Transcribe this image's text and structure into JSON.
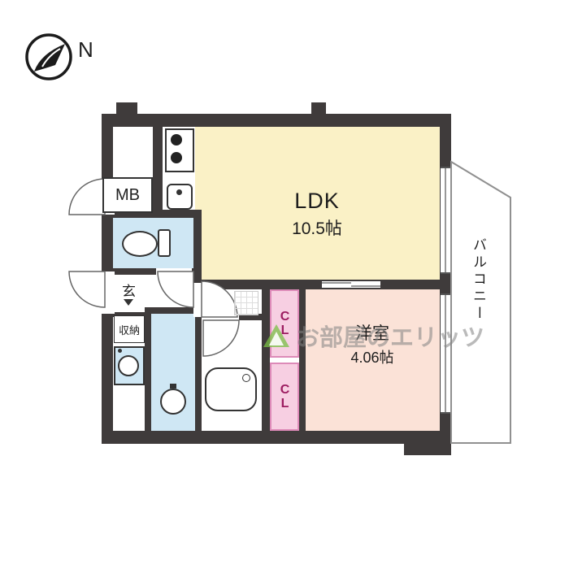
{
  "compass": {
    "label": "N"
  },
  "watermark": {
    "text": "お部屋のエリッツ"
  },
  "rooms": {
    "ldk": {
      "name": "LDK",
      "size": "10.5帖"
    },
    "western": {
      "name": "洋室",
      "size": "4.06帖"
    },
    "balcony": {
      "name": "バルコニー"
    },
    "meter_box": {
      "label": "MB"
    },
    "entrance": {
      "label": "玄"
    },
    "storage": {
      "label": "収納"
    },
    "closet_top": {
      "label": "CL"
    },
    "closet_bottom": {
      "label": "CL"
    }
  },
  "colors": {
    "wall": "#3f3b3b",
    "ldk_fill": "#faf1c6",
    "western_fill": "#fbe2d7",
    "water_fill": "#cfe7f4",
    "closet_fill": "#f7cfe2",
    "closet_border": "#dd8ab8",
    "closet_text": "#9c1c60",
    "watermark_green": "#79c045",
    "watermark_gray": "#9e9e9e"
  }
}
